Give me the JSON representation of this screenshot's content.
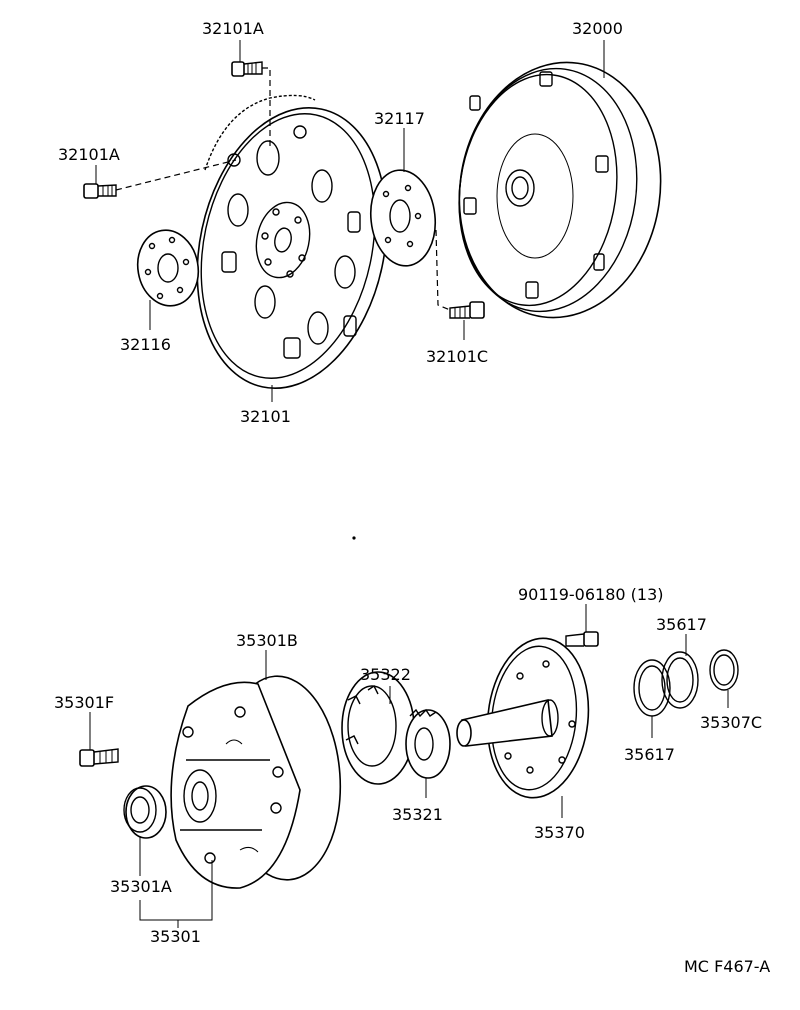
{
  "labels": {
    "p32101A_top": "32101A",
    "p32000": "32000",
    "p32117": "32117",
    "p32101A_left": "32101A",
    "p32116": "32116",
    "p32101": "32101",
    "p32101C": "32101C",
    "p90119": "90119-06180 (13)",
    "p35617_top": "35617",
    "p35301B": "35301B",
    "p35322": "35322",
    "p35301F": "35301F",
    "p35307C": "35307C",
    "p35617_bot": "35617",
    "p35321": "35321",
    "p35370": "35370",
    "p35301A": "35301A",
    "p35301": "35301",
    "code": "MC F467-A"
  }
}
